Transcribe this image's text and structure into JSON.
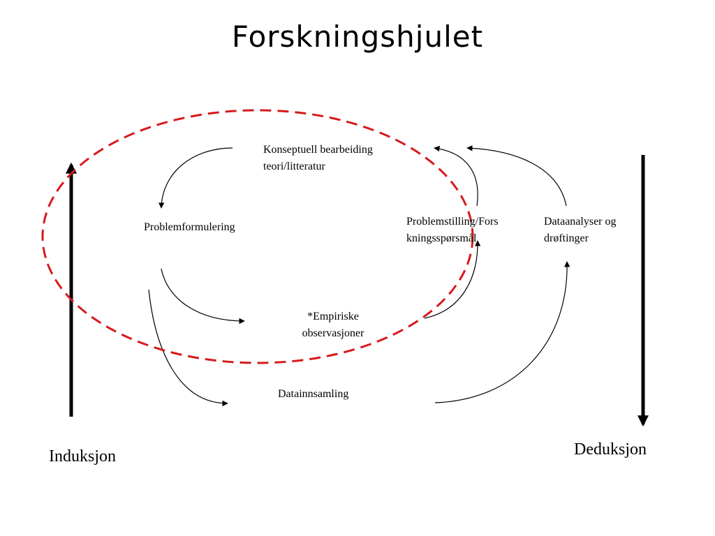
{
  "title": "Forskningshjulet",
  "nodes": {
    "konseptuell": [
      "Konseptuell bearbeiding",
      "teori/litteratur"
    ],
    "problemformulering": "Problemformulering",
    "problemstilling": [
      "Problemstilling/Fors",
      "kningsspørsmål"
    ],
    "dataanalyser": [
      "Dataanalyser og",
      "drøftinger"
    ],
    "empiriske": [
      "*Empiriske",
      "observasjoner"
    ],
    "datainnsamling": "Datainnsamling"
  },
  "axes": {
    "induksjon": "Induksjon",
    "deduksjon": "Deduksjon"
  },
  "colors": {
    "ellipse": "#d7191c",
    "arrow": "#000000"
  }
}
